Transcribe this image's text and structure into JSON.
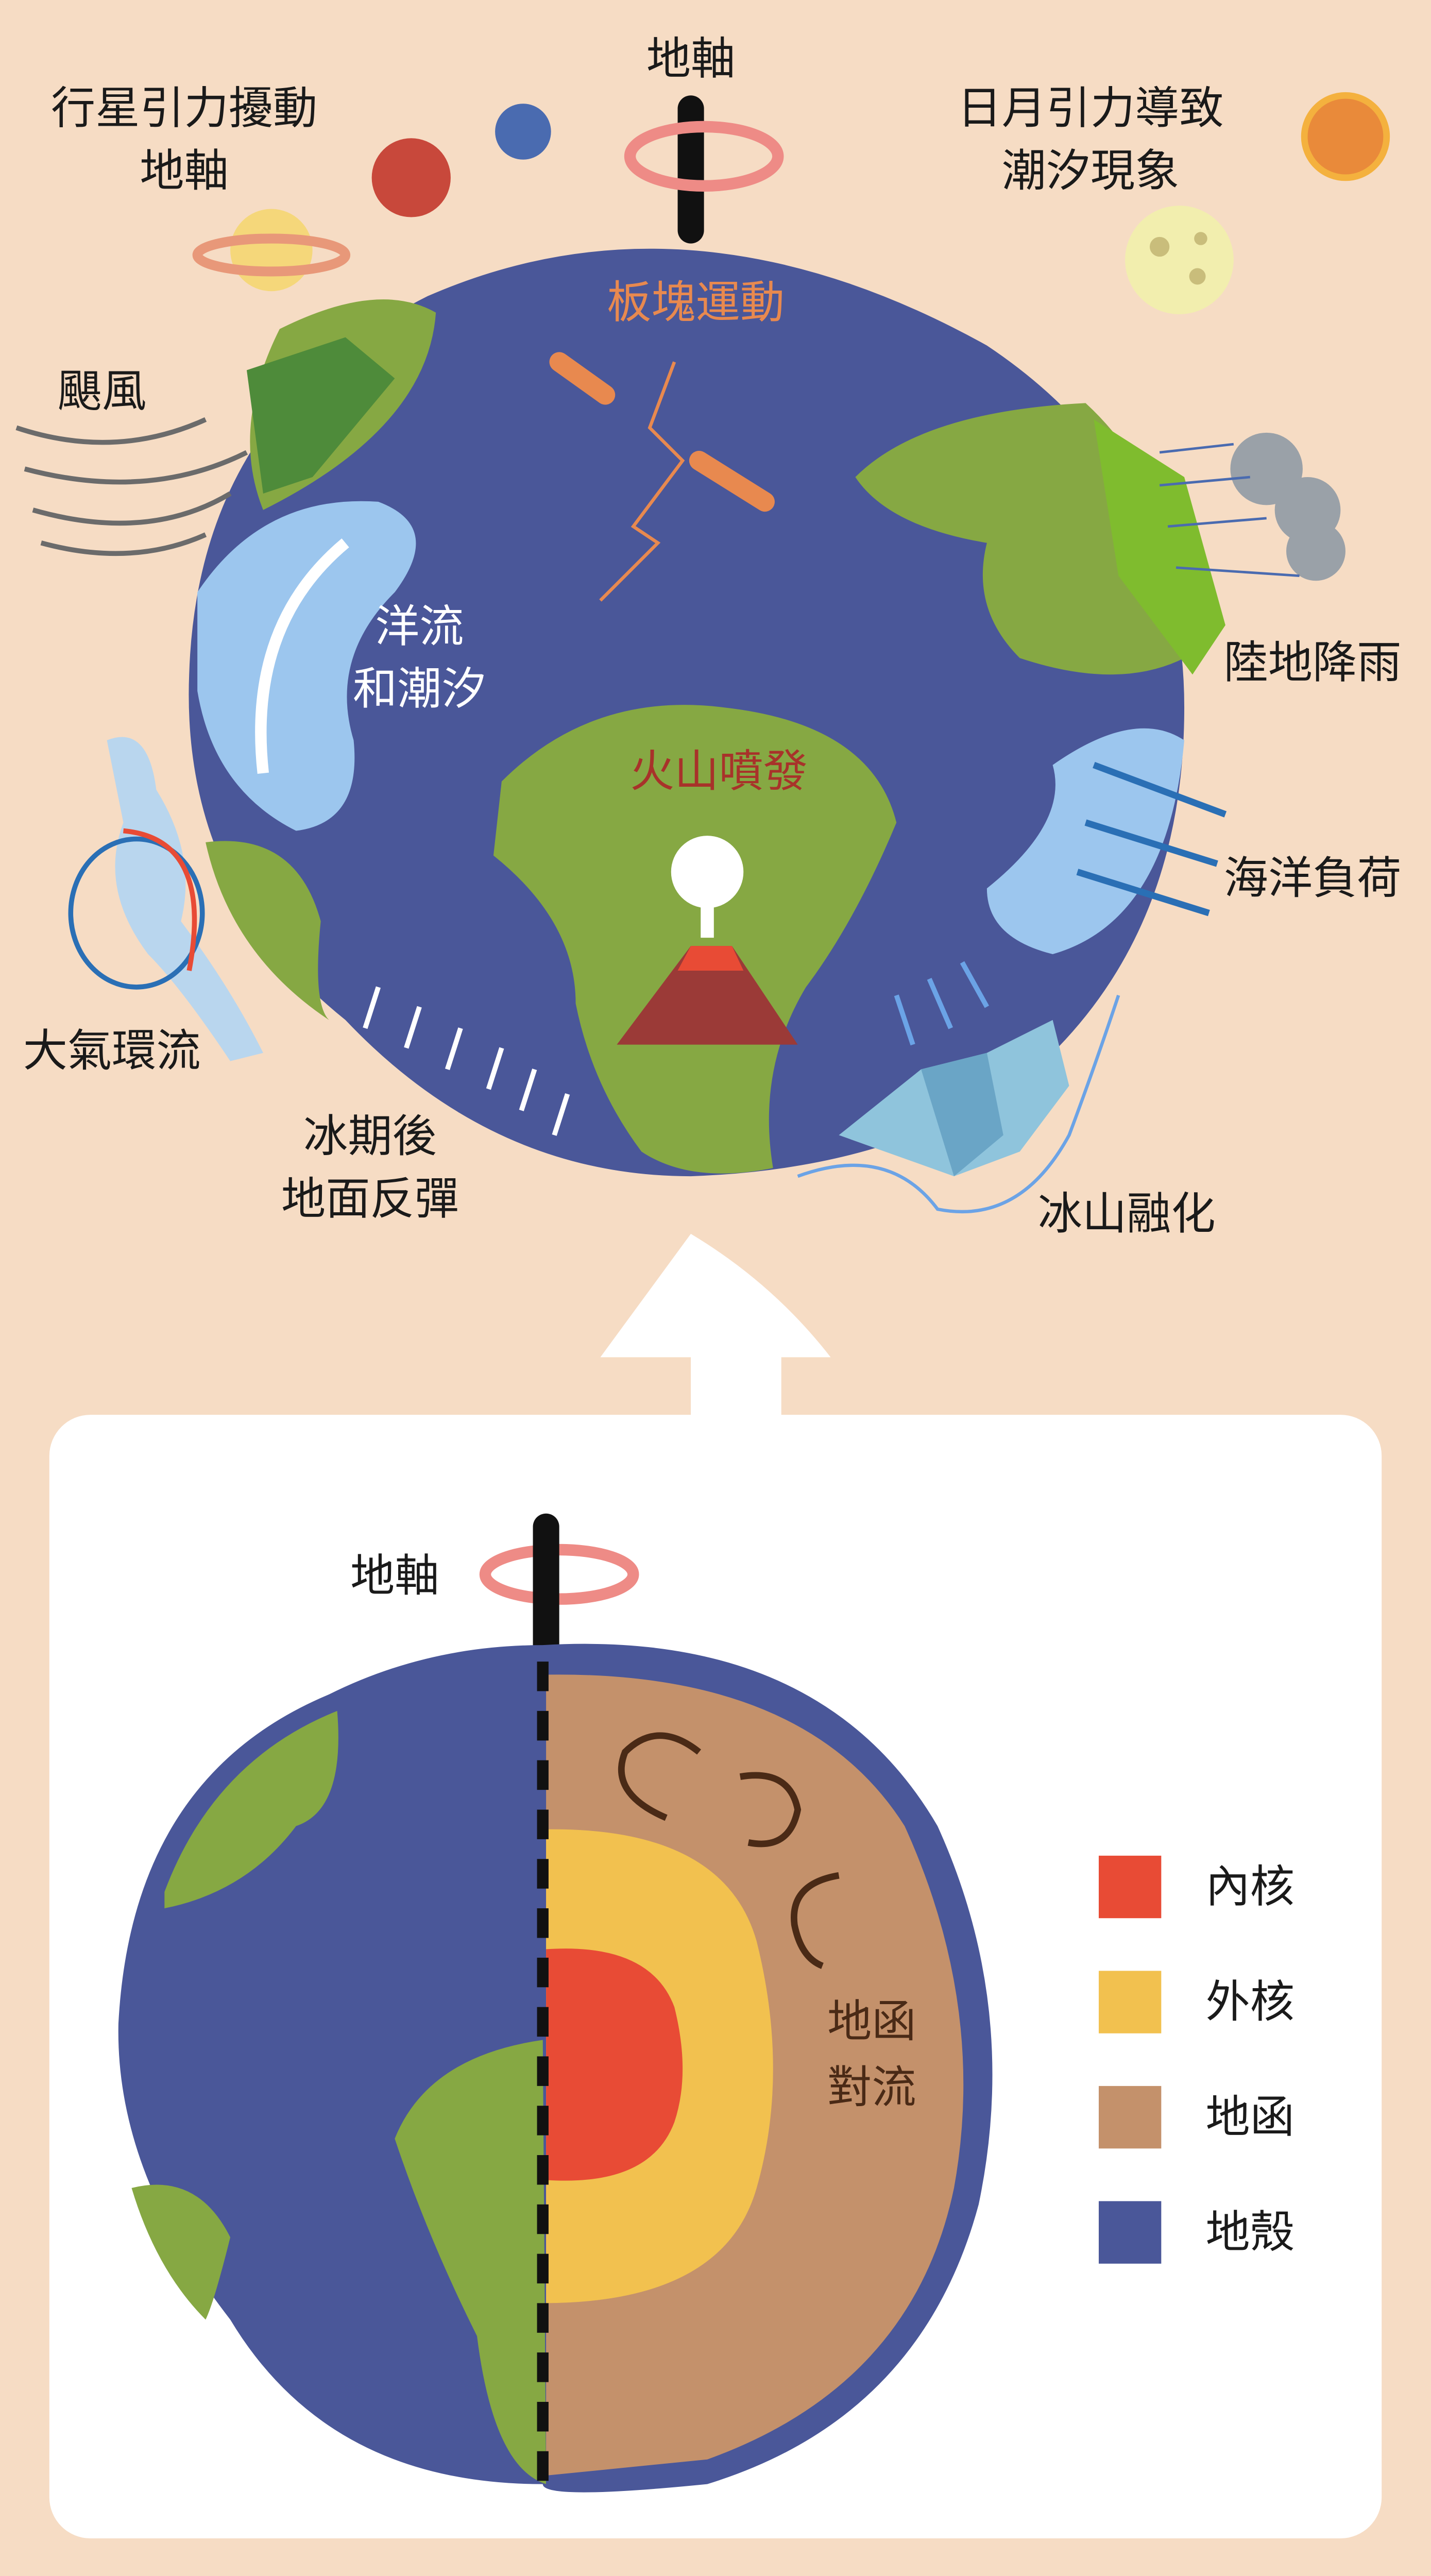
{
  "top_diagram": {
    "labels": {
      "planet_gravity": [
        "行星引力擾動",
        "地軸"
      ],
      "axis": "地軸",
      "sun_moon": [
        "日月引力導致",
        "潮汐現象"
      ],
      "hurricane": "颶風",
      "plate_motion": "板塊運動",
      "ocean_current": [
        "洋流",
        "和潮汐"
      ],
      "land_rain": "陸地降雨",
      "volcano": "火山噴發",
      "ocean_load": "海洋負荷",
      "atmosphere": "大氣環流",
      "rebound": [
        "冰期後",
        "地面反彈"
      ],
      "ice_melt": "冰山融化"
    }
  },
  "bottom_diagram": {
    "axis": "地軸",
    "mantle_convection": [
      "地函",
      "對流"
    ],
    "legend": [
      {
        "label": "內核",
        "color": "#e84b35"
      },
      {
        "label": "外核",
        "color": "#f2c14f"
      },
      {
        "label": "地函",
        "color": "#c4916b"
      },
      {
        "label": "地殼",
        "color": "#4a5799"
      }
    ]
  },
  "colors": {
    "background": "#f6dcc4",
    "ocean": "#4a5799",
    "land": "#86a843",
    "light_water": "#9cc6ee",
    "plate_arrow": "#e8894f",
    "volcano_text": "#a8322a"
  }
}
